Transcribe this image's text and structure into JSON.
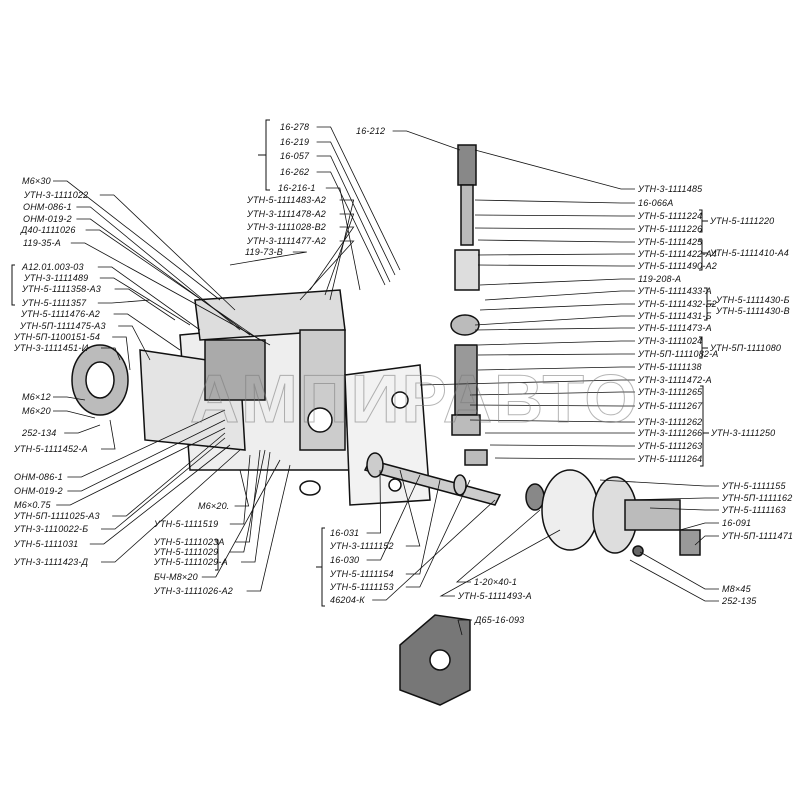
{
  "diagram": {
    "watermark": "АМПИРАВТО",
    "labels_left": [
      "М6×30",
      "УТН-3-1111022",
      "ОНМ-086-1",
      "ОНМ-019-2",
      "Д40-1111026",
      "119-35-А",
      "А12.01.003-03",
      "УТН-3-1111489",
      "УТН-5-1111358-А3",
      "УТН-5-1111357",
      "УТН-5-1111476-А2",
      "УТН-5П-1111475-А3",
      "УТН-5П-1100151-54",
      "УТН-3-1111451-И",
      "М6×12",
      "М6×20",
      "252-134",
      "УТН-5-1111452-А",
      "ОНМ-086-1",
      "ОНМ-019-2",
      "М6×0.75",
      "УТН-5П-1111025-А3",
      "УТН-3-1110022-Б",
      "УТН-5-1111031",
      "УТН-3-1111423-Д"
    ],
    "labels_bottom_left": [
      "М6×20.",
      "УТН-5-1111519",
      "УТН-5-1111023А",
      "УТН-5-1111029",
      "УТН-5-1111029-А",
      "БЧ-М8×20",
      "УТН-3-1111026-А2"
    ],
    "labels_top": [
      "16-278",
      "16-219",
      "16-057",
      "16-262",
      "16-216-1",
      "16-212",
      "УТН-5-1111483-А2",
      "УТН-3-1111478-А2",
      "УТН-3-1111028-В2",
      "УТН-3-1111477-А2",
      "119-73-В"
    ],
    "labels_right": [
      "УТН-3-1111485",
      "16-066А",
      "УТН-5-1111224",
      "УТН-5-1111226",
      "УТН-5-1111425",
      "УТН-5-1111422-А4",
      "УТН-5-1111490-А2",
      "119-208-А",
      "УТН-5-1111433-А",
      "УТН-5-1111432-Б2",
      "УТН-5-1111431-Б",
      "УТН-5-1111473-А",
      "УТН-3-1111024",
      "УТН-5П-1111082-А",
      "УТН-5-1111138",
      "УТН-3-1111472-А",
      "УТН-3-1111265",
      "УТН-5-1111267",
      "УТН-3-1111262",
      "УТН-3-1111266",
      "УТН-5-1111263",
      "УТН-5-1111264"
    ],
    "labels_right_groups": [
      "УТН-5-1111220",
      "УТН-5-1111410-А4",
      "УТН-5-1111430-Б",
      "УТН-5-1111430-В",
      "УТН-5П-1111080",
      "УТН-3-1111250"
    ],
    "labels_lower_right": [
      "УТН-5-1111155",
      "УТН-5П-1111162",
      "УТН-5-1111163",
      "16-091",
      "УТН-5П-1111471",
      "М8×45",
      "252-135"
    ],
    "labels_bottom_middle": [
      "16-031",
      "УТН-3-1111152",
      "16-030",
      "УТН-5-1111154",
      "УТН-5-1111153",
      "46204-К",
      "1-20×40-1",
      "УТН-5-1111493-А",
      "Д65-16-093"
    ]
  }
}
